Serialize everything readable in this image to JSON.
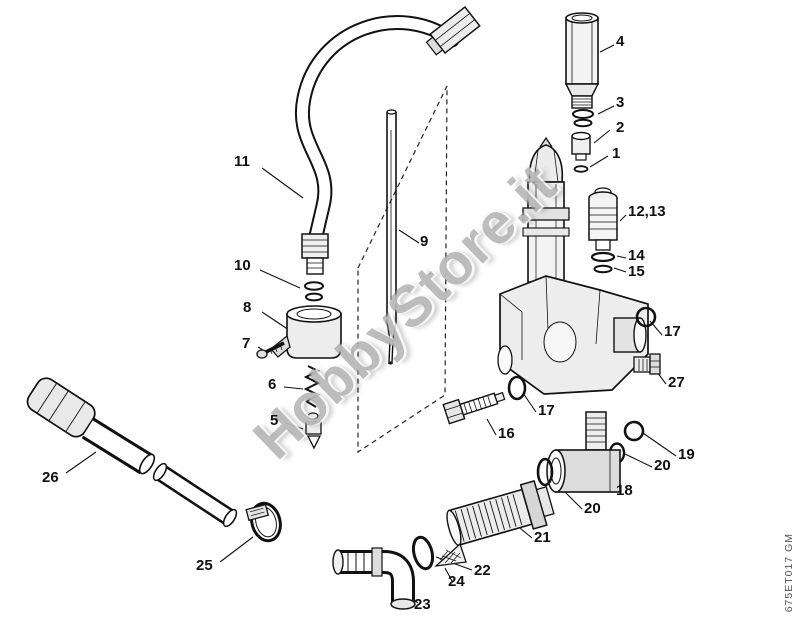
{
  "diagram": {
    "watermark": "HobbyStore.it",
    "code": "675ET017 GM",
    "colors": {
      "line": "#1a1a1a",
      "watermark": "#8f8f8f",
      "background": "#ffffff"
    },
    "labels": [
      {
        "text": "11"
      },
      {
        "text": "9"
      },
      {
        "text": "10"
      },
      {
        "text": "8"
      },
      {
        "text": "7"
      },
      {
        "text": "6"
      },
      {
        "text": "5"
      },
      {
        "text": "4"
      },
      {
        "text": "3"
      },
      {
        "text": "2"
      },
      {
        "text": "1"
      },
      {
        "text": "12,13"
      },
      {
        "text": "14"
      },
      {
        "text": "15"
      },
      {
        "text": "17"
      },
      {
        "text": "27"
      },
      {
        "text": "17"
      },
      {
        "text": "16"
      },
      {
        "text": "19"
      },
      {
        "text": "20"
      },
      {
        "text": "18"
      },
      {
        "text": "20"
      },
      {
        "text": "21"
      },
      {
        "text": "22"
      },
      {
        "text": "24"
      },
      {
        "text": "23"
      },
      {
        "text": "25"
      },
      {
        "text": "26"
      }
    ]
  }
}
